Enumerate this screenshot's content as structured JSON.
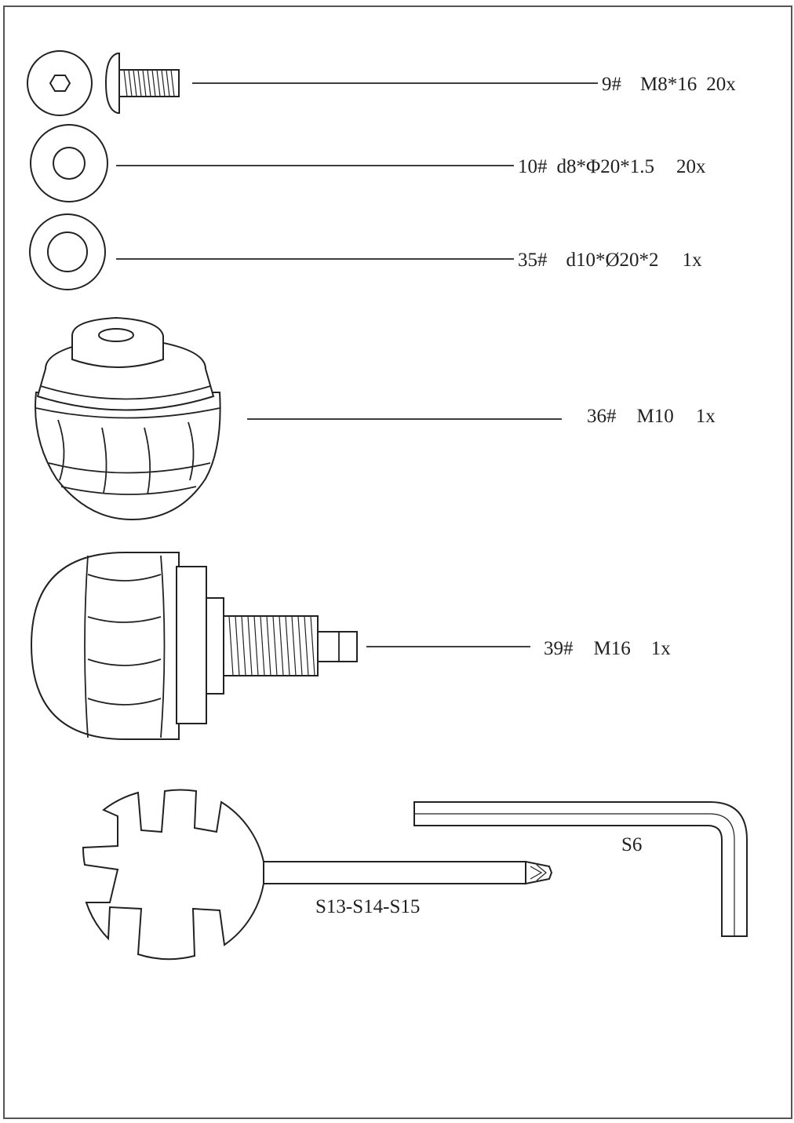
{
  "parts": [
    {
      "id": "9#",
      "spec": "M8*16",
      "qty": "20x",
      "icon": "button-head-hex-screw-icon"
    },
    {
      "id": "10#",
      "spec": "d8*Φ20*1.5",
      "qty": "20x",
      "icon": "flat-washer-icon"
    },
    {
      "id": "35#",
      "spec": "d10*Ø20*2",
      "qty": "1x",
      "icon": "thick-washer-icon"
    },
    {
      "id": "36#",
      "spec": "M10",
      "qty": "1x",
      "icon": "ball-knob-icon"
    },
    {
      "id": "39#",
      "spec": "M16",
      "qty": "1x",
      "icon": "threaded-ball-knob-icon"
    }
  ],
  "tools": [
    {
      "label": "S13-S14-S15",
      "icon": "multi-spanner-screwdriver-icon"
    },
    {
      "label": "S6",
      "icon": "hex-key-icon"
    }
  ]
}
